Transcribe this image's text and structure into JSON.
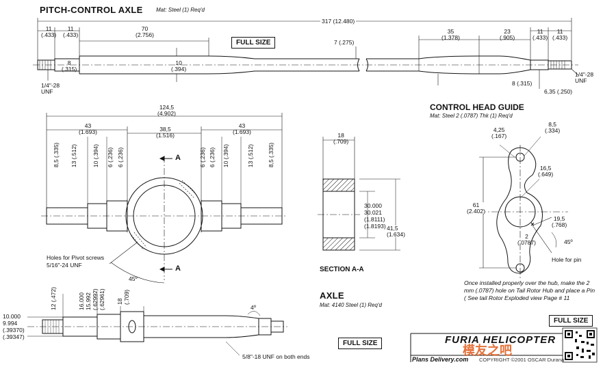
{
  "pitch_axle": {
    "title": "PITCH-CONTROL AXLE",
    "material": "Mat: Steel (1) Req'd",
    "dims": {
      "overall": "317 (12.480)",
      "left_11a": "11\n(.433)",
      "left_11b": "11\n(.433)",
      "left_70": "70\n(2.756)",
      "left_8": "8\n(.315)",
      "mid_10": "10\n(.394)",
      "mid_7": "7 (.275)",
      "right_35": "35\n(1.378)",
      "right_23": "23\n(.905)",
      "right_11a": "11\n(.433)",
      "right_11b": "11\n(.433)",
      "right_8": "8 (.315)",
      "right_635": "6,35 (.250)"
    },
    "thread_left": "1/4\"-28\nUNF",
    "thread_right": "1/4\"-28\nUNF",
    "scale_label": "FULL SIZE"
  },
  "hub": {
    "overall": "124,5\n(4.902)",
    "left_43": "43\n(1.693)",
    "center_385": "38,5\n(1.516)",
    "right_43": "43\n(1.693)",
    "left_verticals": [
      "8,5 (.335)",
      "13 (.512)",
      "10 (.394)",
      "6 (.236)",
      "6 (.236)"
    ],
    "right_verticals": [
      "6 (.236)",
      "6 (.236)",
      "10 (.394)",
      "13 (.512)",
      "8,5 (.335)"
    ],
    "section_mark_top": "A",
    "section_mark_bottom": "A",
    "angle": "45º",
    "holes_note": "Holes for Pivot screws\n5/16\"-24 UNF"
  },
  "section": {
    "label": "SECTION A-A",
    "width": "18\n(.709)",
    "bore": "30.000\n30.021\n(1.8111)\n(1.8193)",
    "height": "41,5\n(1.634)"
  },
  "axle": {
    "title": "AXLE",
    "material": "Mat: 4140 Steel (1) Req'd",
    "dims_left": "10.000\n9.994\n(.39370)\n(.39347)",
    "dim_12": "12 (.472)",
    "dim_16": "16.000\n15.992\n(.62992)\n(.62961)",
    "dim_18": "18\n(.709)",
    "dim_4": "4º",
    "thread_note": "5/8\"-18 UNF on both ends",
    "scale_label": "FULL SIZE"
  },
  "guide": {
    "title": "CONTROL HEAD GUIDE",
    "material": "Mat: Steel 2 (.0787) Thk (1) Req'd",
    "dim_425": "4,25\n(.167)",
    "dim_85": "8,5\n(.334)",
    "dim_165": "16,5\n(.649)",
    "dim_61": "61\n(2.402)",
    "dim_195": "19,5\n(.768)",
    "dim_2": "2\n(.0787)",
    "angle": "45º",
    "hole_label": "Hole for pin",
    "note": "Once installed properly over the hub, make the 2 mm (.0787) hole on Tail Rotor Hub and place a Pin ( See tail Rotor Exploded view Page # 11",
    "scale_label": "FULL SIZE"
  },
  "footer": {
    "brand": "FURIA HELICOPTER",
    "plans": "Plans Delivery.com",
    "copyright": "COPYRIGHT ©2001 OSCAR Durana",
    "watermark": "模友之吧"
  }
}
